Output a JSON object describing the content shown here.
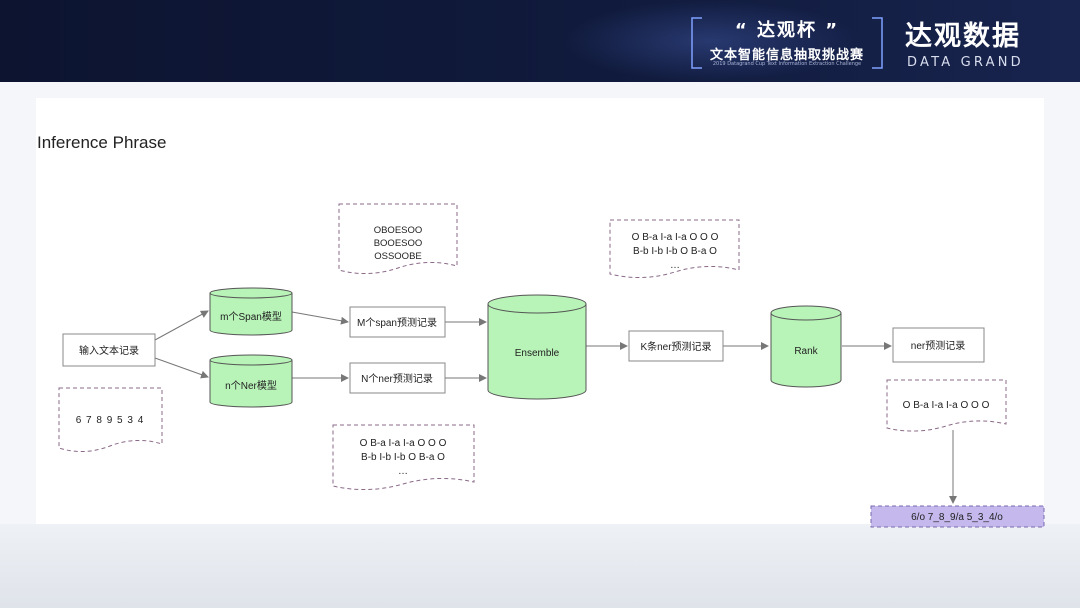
{
  "header": {
    "contest_title": "“ 达观杯 ”",
    "contest_subtitle": "文本智能信息抽取挑战赛",
    "contest_english": "2019 Datagrand Cup Text Information Extraction Challenge",
    "brand_cn": "达观数据",
    "brand_en": "DATA GRAND"
  },
  "slide": {
    "title": "Inference Phrase",
    "nodes": {
      "input": "输入文本记录",
      "span_model": "m个Span模型",
      "ner_model": "n个Ner模型",
      "m_span_records": "M个span预测记录",
      "n_ner_records": "N个ner预测记录",
      "ensemble": "Ensemble",
      "k_records": "K条ner预测记录",
      "rank": "Rank",
      "ner_records": "ner预测记录",
      "final_output": "6/o 7_8_9/a 5_3_4/o"
    },
    "annotations": {
      "input_example": "6 7 8 9 5 3 4",
      "span_example": [
        "OBOESOO",
        "BOOESOO",
        "OSSOOBE"
      ],
      "ner_example": [
        "O B-a I-a I-a O O O",
        "B-b I-b I-b O B-a O",
        "…"
      ],
      "k_example": [
        "O B-a I-a I-a O O O",
        "B-b I-b I-b O B-a O",
        "…"
      ],
      "final_example": "O B-a I-a I-a O O O"
    }
  },
  "colors": {
    "cylinder_fill": "#b8f3b8",
    "cylinder_stroke": "#555555",
    "box_stroke": "#888888",
    "dashed_stroke": "#8a6a88",
    "output_fill": "#c4b8ec",
    "output_stroke": "#7a6ab0",
    "arrow": "#777777"
  }
}
